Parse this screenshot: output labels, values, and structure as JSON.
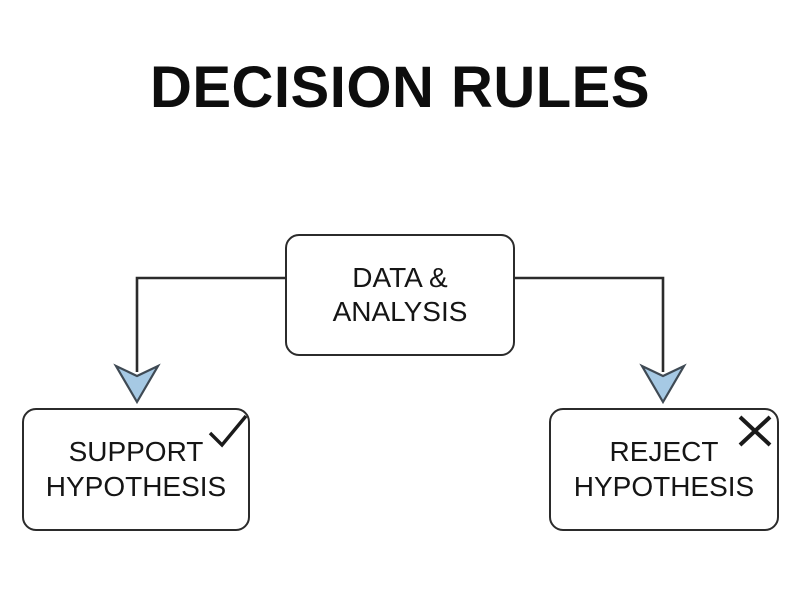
{
  "slide": {
    "title": "DECISION RULES",
    "background_color": "#FFFFFF",
    "text_color": "#151515",
    "border_color": "#2B2B2B",
    "arrow_fill_color": "#A6C9E4",
    "arrow_outline_color": "#3F4A54"
  },
  "nodes": {
    "source": {
      "id": "data-analysis",
      "line1": "DATA &",
      "line2": "ANALYSIS"
    },
    "outcome_support": {
      "id": "support-hypothesis",
      "line1": "SUPPORT",
      "line2": "HYPOTHESIS",
      "mark": "check-mark"
    },
    "outcome_reject": {
      "id": "reject-hypothesis",
      "line1": "REJECT",
      "line2": "HYPOTHESIS",
      "mark": "cross-mark"
    }
  },
  "connectors": [
    {
      "name": "data-to-support",
      "from": "data-analysis",
      "to": "support-hypothesis",
      "style": "elbow-with-arrowhead",
      "direction": "left-then-down"
    },
    {
      "name": "data-to-reject",
      "from": "data-analysis",
      "to": "reject-hypothesis",
      "style": "elbow-with-arrowhead",
      "direction": "right-then-down"
    }
  ]
}
